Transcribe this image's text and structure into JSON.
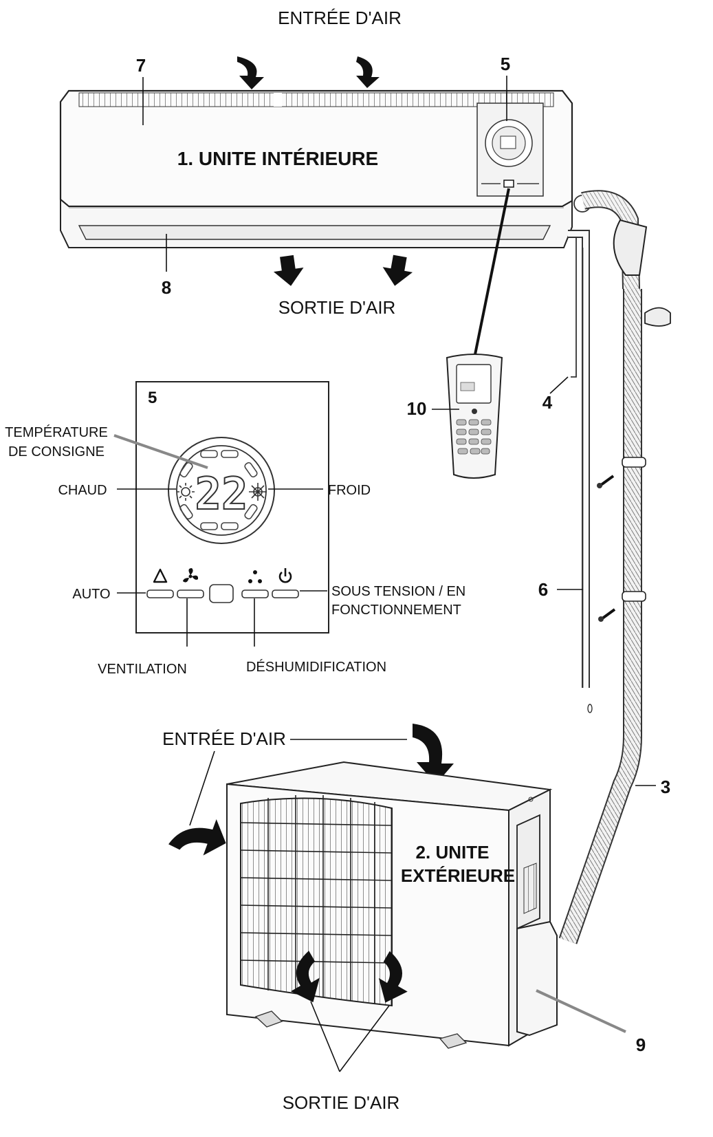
{
  "labels": {
    "air_in_top": "ENTRÉE D'AIR",
    "indoor_unit": "1. UNITE INTÉRIEURE",
    "air_out_top": "SORTIE D'AIR",
    "num_7": "7",
    "num_5_top": "5",
    "num_8": "8",
    "num_10": "10",
    "num_4": "4",
    "num_6": "6",
    "num_3": "3",
    "num_9": "9",
    "panel_num": "5",
    "temp_line1": "TEMPÉRATURE",
    "temp_line2": "DE CONSIGNE",
    "chaud": "CHAUD",
    "froid": "FROID",
    "auto": "AUTO",
    "power_line1": "SOUS TENSION / EN",
    "power_line2": "FONCTIONNEMENT",
    "ventilation": "VENTILATION",
    "deshum": "DÉSHUMIDIFICATION",
    "display_temp": "22",
    "air_in_bottom": "ENTRÉE D'AIR",
    "outdoor_line1": "2. UNITE",
    "outdoor_line2": "EXTÉRIEURE",
    "air_out_bottom": "SORTIE D'AIR"
  },
  "icons": {
    "heat": "sun-icon",
    "cold": "snowflake-icon",
    "auto": "triangle-icon",
    "fan": "fan-icon",
    "dry": "droplets-icon",
    "power": "power-icon"
  }
}
